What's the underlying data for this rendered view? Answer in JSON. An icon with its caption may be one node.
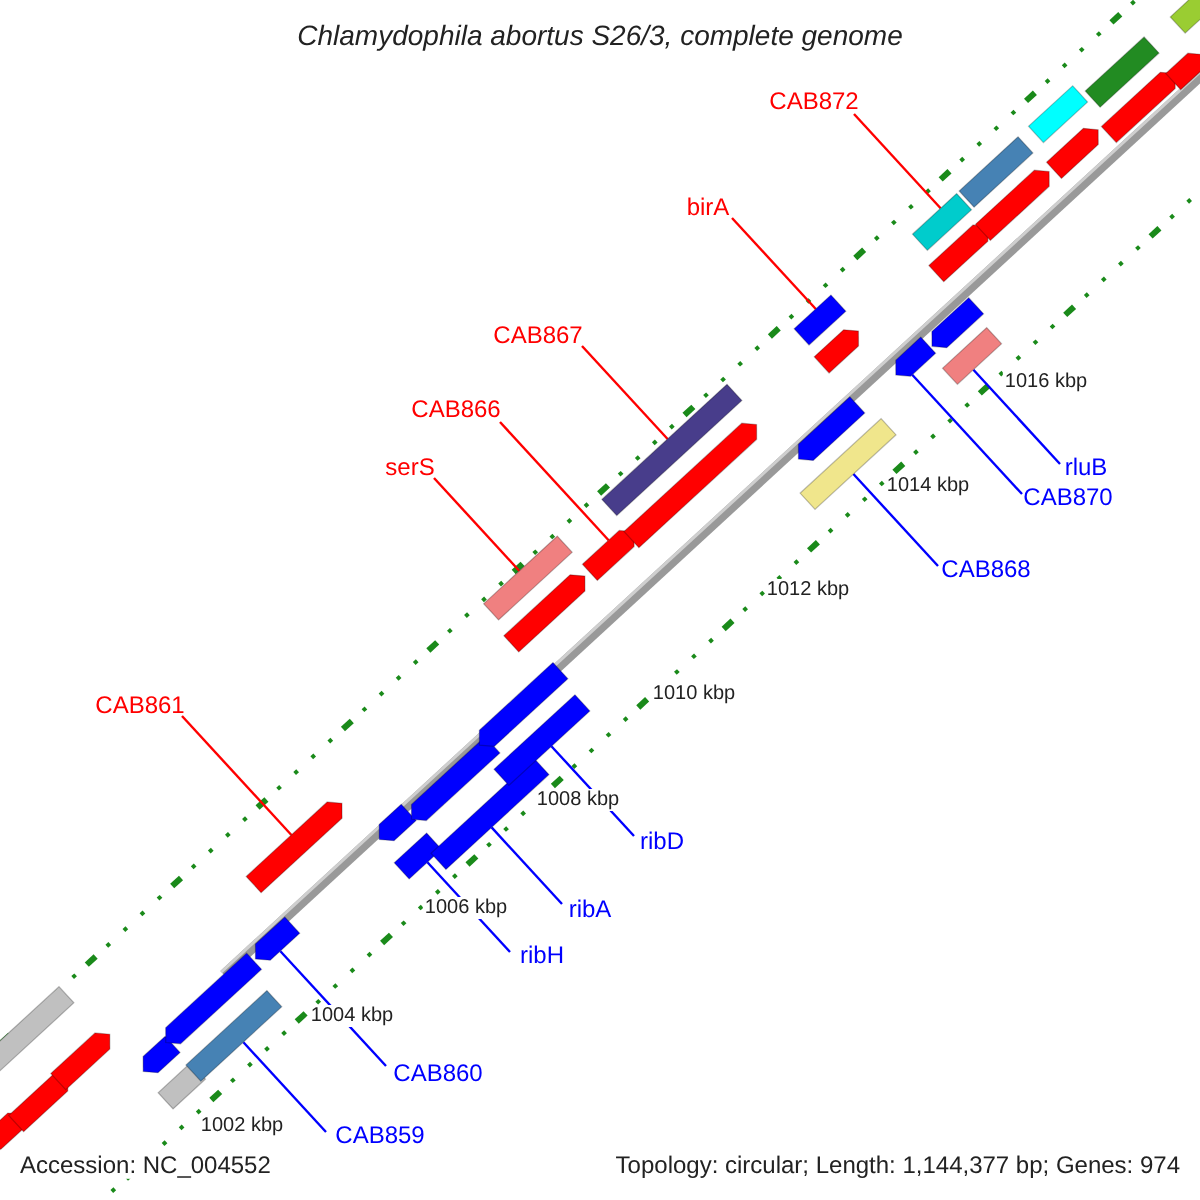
{
  "diagram": {
    "title": "Chlamydophila abortus S26/3, complete genome",
    "nodes": [
      {
        "text": [
          "CAB872"
        ]
      },
      {
        "text": [
          "birA"
        ]
      },
      {
        "text": [
          "CAB867"
        ]
      },
      {
        "text": [
          "CAB866"
        ]
      },
      {
        "text": [
          "serS"
        ]
      },
      {
        "text": [
          "CAB861"
        ]
      },
      {
        "text": [
          "rluB"
        ]
      },
      {
        "text": [
          "CAB870"
        ]
      },
      {
        "text": [
          "CAB868"
        ]
      },
      {
        "text": [
          "ribD"
        ]
      },
      {
        "text": [
          "ribA"
        ]
      },
      {
        "text": [
          "ribH"
        ]
      },
      {
        "text": [
          "CAB860"
        ]
      },
      {
        "text": [
          "CAB859"
        ]
      },
      {
        "text": [],
        "shape": "arrow"
      },
      {
        "text": [],
        "shape": "bar"
      },
      {
        "text": [],
        "shape": "arrow"
      },
      {
        "text": [],
        "shape": "arrow"
      },
      {
        "text": [],
        "shape": "arrow"
      },
      {
        "text": [],
        "shape": "bar"
      },
      {
        "text": [],
        "shape": "arrow"
      },
      {
        "text": [],
        "shape": "bar"
      },
      {
        "text": [],
        "shape": "arrow"
      },
      {
        "text": [],
        "shape": "arrow"
      },
      {
        "text": [],
        "shape": "arrow"
      },
      {
        "text": [],
        "shape": "bar"
      },
      {
        "text": [],
        "shape": "arrow"
      },
      {
        "text": [],
        "shape": "bar"
      },
      {
        "text": [],
        "shape": "arrow"
      },
      {
        "text": [],
        "shape": "bar"
      },
      {
        "text": [],
        "shape": "bar"
      },
      {
        "text": [],
        "shape": "arrow"
      },
      {
        "text": [],
        "shape": "arrow"
      },
      {
        "text": [],
        "shape": "bar"
      },
      {
        "text": [],
        "shape": "arrow"
      },
      {
        "text": [],
        "shape": "bar"
      },
      {
        "text": [],
        "shape": "arrow"
      },
      {
        "text": [],
        "shape": "arrow"
      },
      {
        "text": [],
        "shape": "bar"
      },
      {
        "text": [],
        "shape": "arrow"
      },
      {
        "text": [],
        "shape": "bar"
      },
      {
        "text": [],
        "shape": "arrow"
      },
      {
        "text": [],
        "shape": "arrow"
      },
      {
        "text": [],
        "shape": "bar"
      },
      {
        "text": [],
        "shape": "bar"
      },
      {
        "text": [],
        "shape": "arrow"
      },
      {
        "text": [],
        "shape": "bar"
      },
      {
        "text": [],
        "shape": "arrow"
      },
      {
        "text": [],
        "shape": "bar"
      },
      {
        "text": [],
        "shape": "arrow"
      },
      {
        "text": [],
        "shape": "arrow"
      },
      {
        "text": [],
        "shape": "bar"
      }
    ],
    "edges": [
      {
        "from": 0,
        "to": 40,
        "arrow": "none",
        "color": "#ff0000"
      },
      {
        "from": 1,
        "to": 35,
        "arrow": "none",
        "color": "#ff0000"
      },
      {
        "from": 2,
        "to": 33,
        "arrow": "none",
        "color": "#ff0000"
      },
      {
        "from": 3,
        "to": 32,
        "arrow": "none",
        "color": "#ff0000"
      },
      {
        "from": 4,
        "to": 29,
        "arrow": "none",
        "color": "#ff0000"
      },
      {
        "from": 5,
        "to": 23,
        "arrow": "none",
        "color": "#ff0000"
      },
      {
        "from": 6,
        "to": 43,
        "arrow": "none"
      },
      {
        "from": 7,
        "to": 39,
        "arrow": "none"
      },
      {
        "from": 8,
        "to": 38,
        "arrow": "none"
      },
      {
        "from": 9,
        "to": 30,
        "arrow": "none"
      },
      {
        "from": 10,
        "to": 27,
        "arrow": "none"
      },
      {
        "from": 11,
        "to": 25,
        "arrow": "none"
      },
      {
        "from": 12,
        "to": 22,
        "arrow": "none"
      },
      {
        "from": 13,
        "to": 21,
        "arrow": "none"
      }
    ],
    "labels": [
      "1016 kbp",
      "1014 kbp",
      "1012 kbp",
      "1010 kbp",
      "1008 kbp",
      "1006 kbp",
      "1004 kbp",
      "1002 kbp",
      "Accession: NC_004552",
      "Topology: circular; Length: 1,144,377 bp; Genes: 974"
    ]
  }
}
